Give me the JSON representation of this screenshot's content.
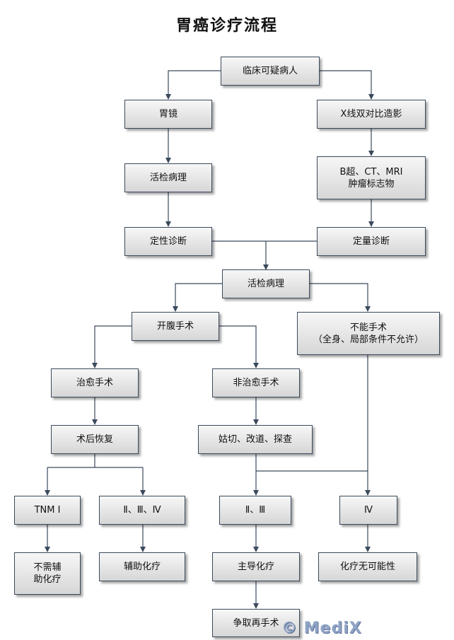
{
  "title": "胃癌诊疗流程",
  "boxes": {
    "suspect": "临床可疑病人",
    "gastroscope": "胃镜",
    "xray": "X线双对比造影",
    "biopsy1": "活检病理",
    "imaging": "B超、CT、MRI\n肿瘤标志物",
    "qualitative": "定性诊断",
    "quantitative": "定量诊断",
    "biopsy2": "活检病理",
    "laparotomy": "开腹手术",
    "inoperable": "不能手术\n（全身、局部条件不允许）",
    "curative": "治愈手术",
    "noncurative": "非治愈手术",
    "recovery": "术后恢复",
    "palliative": "姑切、改道、探查",
    "tnm1": "TNM Ⅰ",
    "stage234": "Ⅱ、Ⅲ、Ⅳ",
    "stage23": "Ⅱ、Ⅲ",
    "stage4": "Ⅳ",
    "noadjuvant": "不需辅\n助化疗",
    "adjuvant": "辅助化疗",
    "mainchemo": "主导化疗",
    "nochemo": "化疗无可能性",
    "reoperate": "争取再手术"
  },
  "watermark": "© MediX",
  "colors": {
    "line": "#3b4a5c",
    "box_top": "#f7f7f7",
    "box_bottom": "#d6d6d6"
  }
}
